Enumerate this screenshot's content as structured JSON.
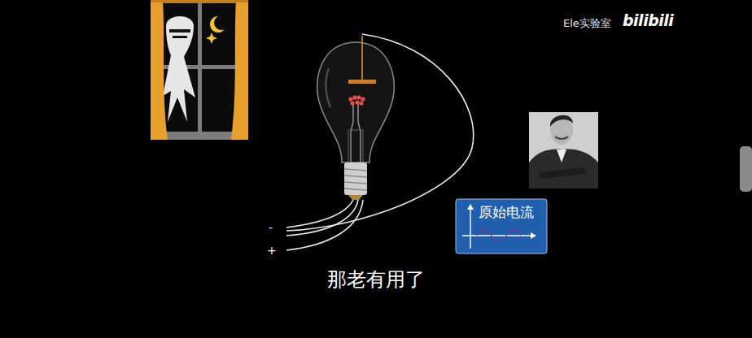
{
  "diagram": {
    "caption": "那老有用了",
    "nodes": [
      {
        "text": [
          "原始电流"
        ]
      }
    ],
    "labels": [
      "Ele实验室",
      "bilibili",
      "-",
      "+"
    ]
  }
}
